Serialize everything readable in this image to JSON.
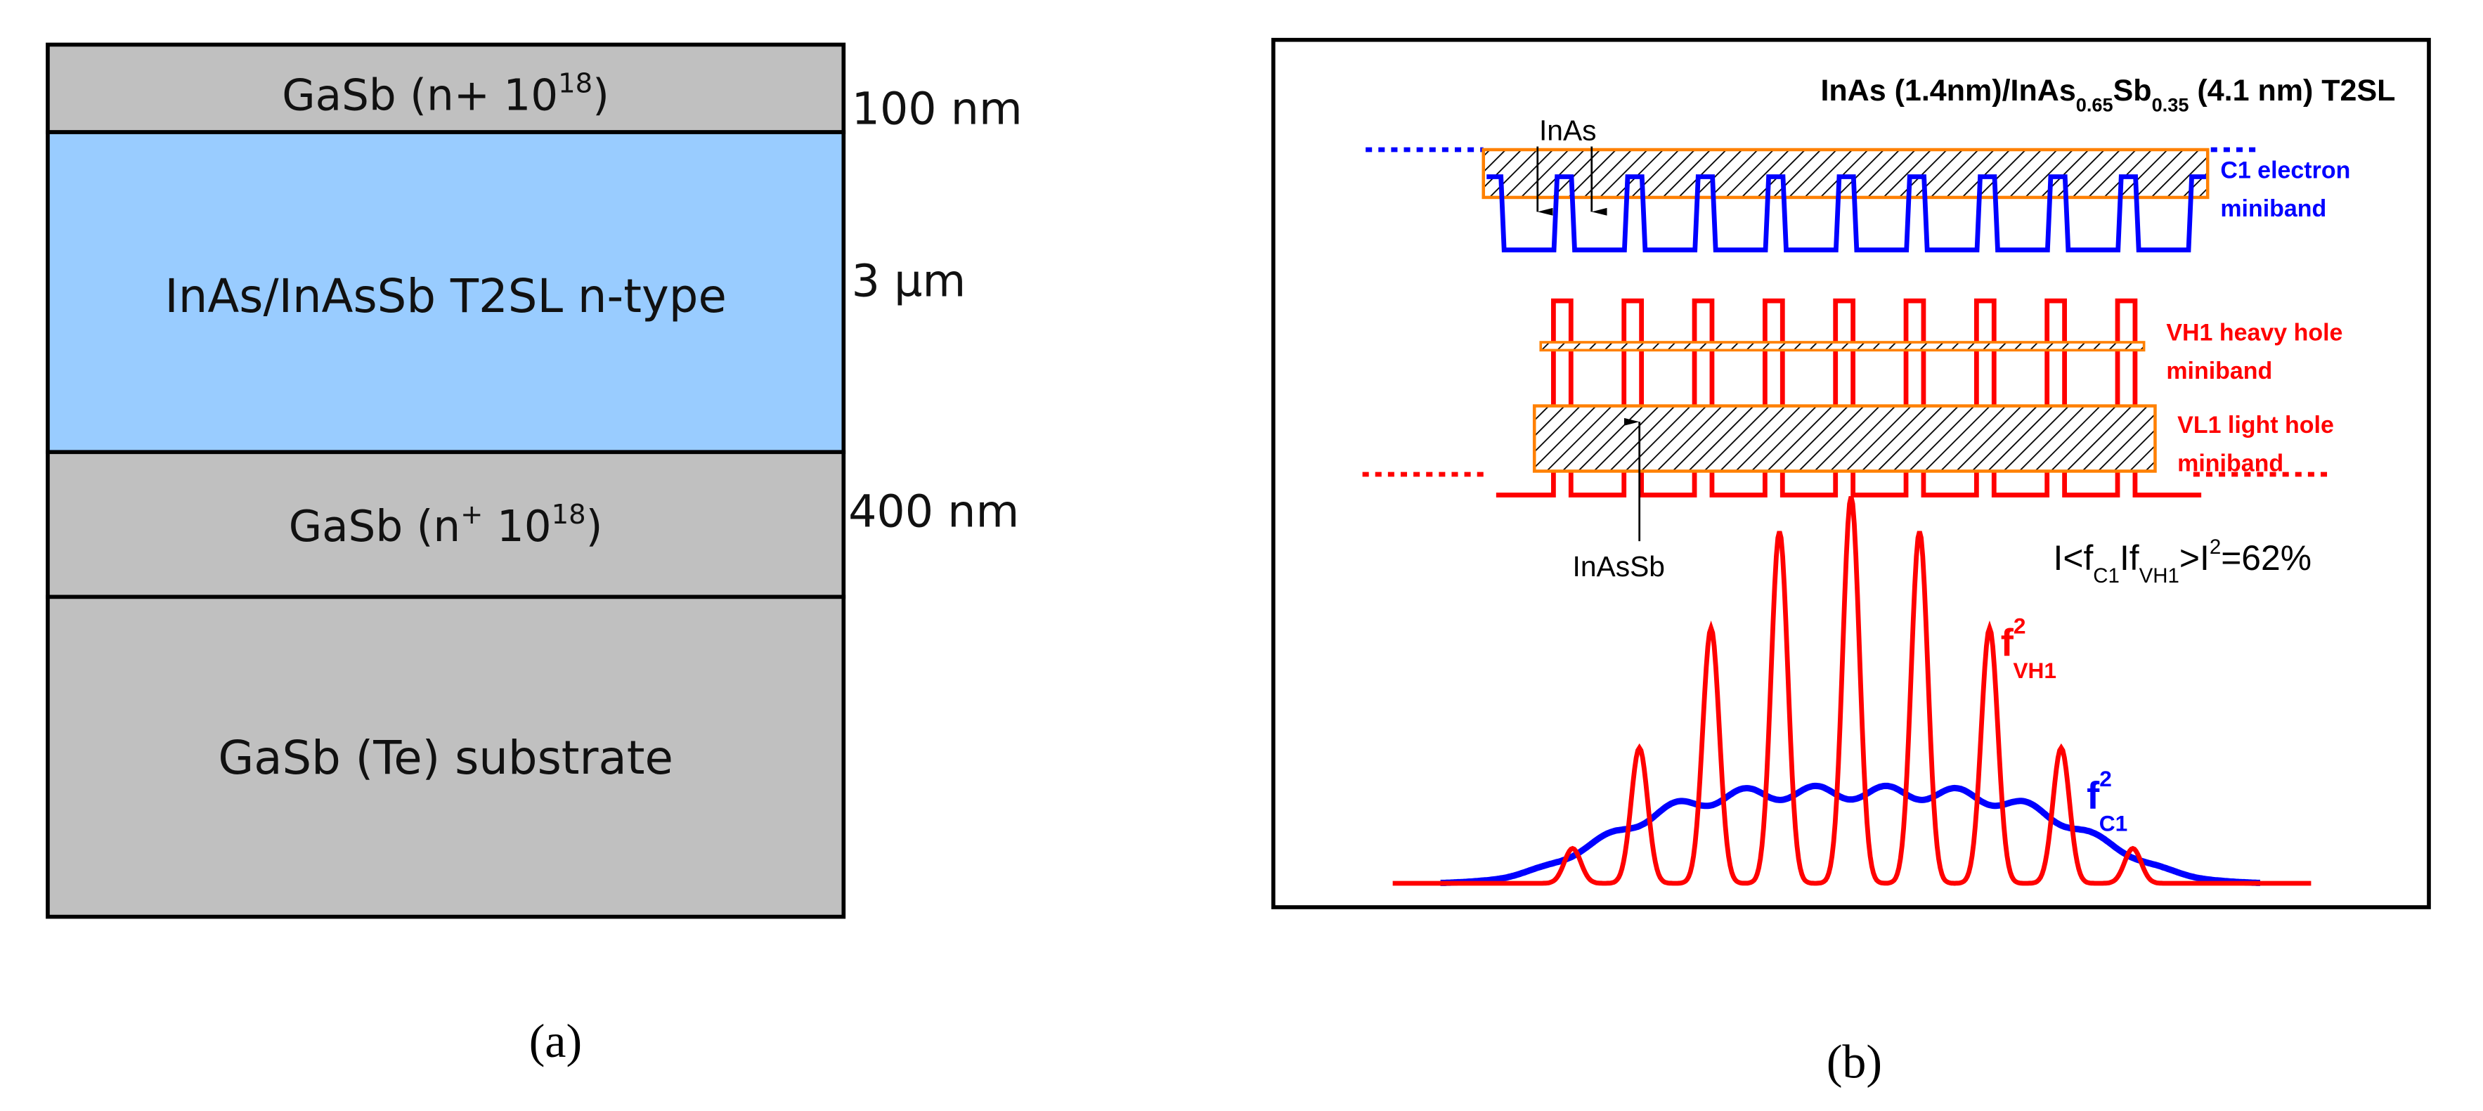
{
  "colors": {
    "layer_gray": "#C0C0C0",
    "layer_blue": "#99CCFF",
    "electron_blue": "#0000FF",
    "hole_red": "#FF0000",
    "band_outline_orange": "#FF8000",
    "frame": "#000000"
  },
  "panel_a": {
    "layers": [
      {
        "label_main": "GaSb (n+ 10",
        "label_sup": "18",
        "label_end": ")",
        "thickness": "100 nm",
        "color": "gray"
      },
      {
        "label_main": "InAs/InAsSb T2SL n-type",
        "label_sup": "",
        "label_end": "",
        "thickness": "3 µm",
        "color": "blue"
      },
      {
        "label_main": "GaSb (n",
        "label_sup_plus": "+",
        "label_mid": " 10",
        "label_sup": "18",
        "label_end": ")",
        "thickness": "400 nm",
        "color": "gray"
      },
      {
        "label_main": "GaSb (Te) substrate",
        "label_sup": "",
        "label_end": "",
        "thickness": "",
        "color": "gray"
      }
    ],
    "caption": "(a)"
  },
  "panel_b": {
    "title": {
      "part1": "InAs (1.4nm)/InAs",
      "sub1": "0.65",
      "part2": "Sb",
      "sub2": "0.35",
      "part3": " (4.1 nm) T2SL"
    },
    "labels": {
      "inas": "InAs",
      "inassb": "InAsSb",
      "c1_line1": "C1 electron",
      "c1_line2": "miniband",
      "vh1_line1": "VH1 heavy hole",
      "vh1_line2": "miniband",
      "vl1_line1": "VL1 light hole",
      "vl1_line2": "miniband"
    },
    "overlap": {
      "prefix": "I<f",
      "sub_c1": "C1",
      "mid": "If",
      "sub_vh1": "VH1",
      "close": ">I",
      "sup": "2",
      "value": "=62%"
    },
    "f_vh1_label": {
      "base": "f",
      "sup": "2",
      "sub": "VH1"
    },
    "f_c1_label": {
      "base": "f",
      "sup": "2",
      "sub": "C1"
    },
    "caption": "(b)"
  },
  "chart_data": {
    "type": "line",
    "title": "InAs (1.4nm)/InAs0.65Sb0.35 (4.1 nm) T2SL",
    "xlabel": "",
    "ylabel": "",
    "annotations": [
      "C1 electron miniband",
      "VH1 heavy hole miniband",
      "VL1 light hole miniband",
      "InAs",
      "InAsSb",
      "|<fC1|fVH1>|^2=62%"
    ],
    "overlap_percent": 62,
    "periods": 10,
    "series": [
      {
        "name": "f^2 VH1",
        "color": "#FF0000",
        "peak_positions": [
          988,
          1030,
          1075,
          1118,
          1163,
          1206,
          1250,
          1295,
          1340
        ],
        "peak_heights_relative": [
          0.09,
          0.35,
          0.66,
          0.91,
          1.0,
          0.91,
          0.66,
          0.35,
          0.09
        ]
      },
      {
        "name": "f^2 C1",
        "color": "#0000FF",
        "shape": "broad envelope with small ripples, max ~0.24 of VH1 peak",
        "peak_relative": 0.24
      }
    ],
    "grid": false,
    "legend": "inline labels"
  }
}
